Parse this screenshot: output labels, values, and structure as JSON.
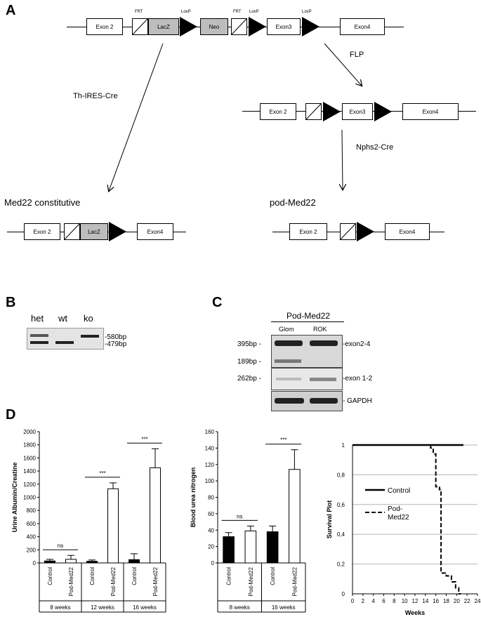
{
  "panels": {
    "a": "A",
    "b": "B",
    "c": "C",
    "d": "D"
  },
  "panelA": {
    "top": {
      "exon2": "Exon 2",
      "lacz": "LacZ",
      "neo": "Neo",
      "exon3": "Exon3",
      "exon4": "Exon4",
      "frt1": "FRT",
      "loxp1": "LoxP",
      "frt2": "FRT",
      "loxp2": "LoxP",
      "loxp3": "LoxP"
    },
    "flp": "FLP",
    "th_cre": "Th-IRES-Cre",
    "mid": {
      "exon2": "Exon 2",
      "exon3": "Exon3",
      "exon4": "Exon4"
    },
    "nphs2": "Nphs2-Cre",
    "constitutive_title": "Med22 constitutive",
    "constitutive": {
      "exon2": "Exon 2",
      "lacz": "LacZ",
      "exon4": "Exon4"
    },
    "pod_title": "pod-Med22",
    "pod": {
      "exon2": "Exon 2",
      "exon4": "Exon4"
    }
  },
  "panelB": {
    "lanes": [
      "het",
      "wt",
      "ko"
    ],
    "sizes": [
      "-580bp",
      "-479bp"
    ]
  },
  "panelC": {
    "header": "Pod-Med22",
    "lanes": [
      "Glom",
      "ROK"
    ],
    "left_sizes": [
      "395bp -",
      "189bp -",
      "262bp -"
    ],
    "right_labels": [
      "-exon2-4",
      "-exon 1-2",
      "- GAPDH"
    ]
  },
  "chart_data": [
    {
      "type": "bar",
      "ylabel": "Urine Albumin/Creatine",
      "ylim": [
        0,
        2000
      ],
      "yticks": [
        "0",
        "200",
        "400",
        "600",
        "800",
        "1000",
        "1200",
        "1400",
        "1600",
        "1800",
        "2000"
      ],
      "categories": [
        "Control",
        "Pod-Med22",
        "Control",
        "Pod-Med22",
        "Control",
        "Pod-Med22"
      ],
      "groups": [
        "8 weeks",
        "12 weeks",
        "16 weeks"
      ],
      "values": [
        30,
        55,
        25,
        1130,
        50,
        1450
      ],
      "errors": [
        25,
        60,
        20,
        90,
        90,
        290
      ],
      "fills": [
        "#000000",
        "#ffffff",
        "#000000",
        "#ffffff",
        "#000000",
        "#ffffff"
      ],
      "significance": [
        "ns",
        "***",
        "***"
      ]
    },
    {
      "type": "bar",
      "ylabel": "Blood urea nitrogen",
      "ylim": [
        0,
        160
      ],
      "yticks": [
        "0",
        "20",
        "40",
        "60",
        "80",
        "100",
        "120",
        "140",
        "160"
      ],
      "categories": [
        "Control",
        "Pod-Med22",
        "Control",
        "Pod-Med22"
      ],
      "groups": [
        "8 weeks",
        "16 weeks"
      ],
      "values": [
        32,
        39,
        38,
        114
      ],
      "errors": [
        5,
        6,
        7,
        24
      ],
      "fills": [
        "#000000",
        "#ffffff",
        "#000000",
        "#ffffff"
      ],
      "significance": [
        "ns",
        "***"
      ]
    },
    {
      "type": "line",
      "ylabel": "Survival Plot",
      "xlabel": "Weeks",
      "ylim": [
        0,
        1
      ],
      "xlim": [
        0,
        24
      ],
      "xticks": [
        "0",
        "2",
        "4",
        "6",
        "8",
        "10",
        "12",
        "14",
        "16",
        "18",
        "20",
        "22",
        "24"
      ],
      "yticks": [
        "0",
        "0,2",
        "0,4",
        "0,6",
        "0,8",
        "1"
      ],
      "grid": true,
      "legend": "left",
      "series": [
        {
          "name": "Control",
          "style": "solid",
          "x": [
            0,
            21.3
          ],
          "y": [
            1,
            1
          ]
        },
        {
          "name": "Pod-\nMed22",
          "style": "dashed",
          "x": [
            15,
            15,
            15.5,
            15.5,
            16,
            16,
            16.7,
            16.7,
            17,
            17,
            18,
            18,
            19,
            19,
            19.8,
            19.8,
            20.4,
            20.4,
            20.8
          ],
          "y": [
            1,
            0.98,
            0.98,
            0.94,
            0.94,
            0.72,
            0.72,
            0.7,
            0.7,
            0.14,
            0.14,
            0.12,
            0.12,
            0.08,
            0.08,
            0.04,
            0.04,
            0,
            0
          ]
        }
      ]
    }
  ]
}
